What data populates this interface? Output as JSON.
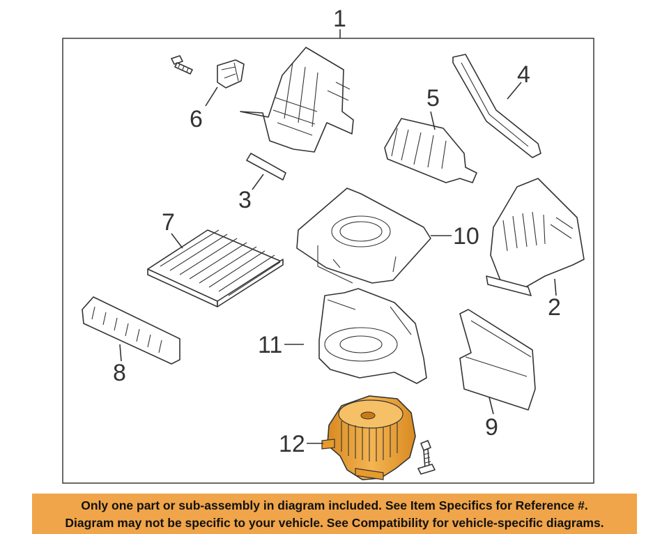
{
  "diagram": {
    "callouts": {
      "c1": "1",
      "c2": "2",
      "c3": "3",
      "c4": "4",
      "c5": "5",
      "c6": "6",
      "c7": "7",
      "c8": "8",
      "c9": "9",
      "c10": "10",
      "c11": "11",
      "c12": "12"
    },
    "highlight_color": "#e89a2c"
  },
  "disclaimer": {
    "line1": "Only one part or sub-assembly in diagram included. See Item Specifics for Reference #.",
    "line2": "Diagram may not be specific to your vehicle. See Compatibility for vehicle-specific diagrams."
  }
}
